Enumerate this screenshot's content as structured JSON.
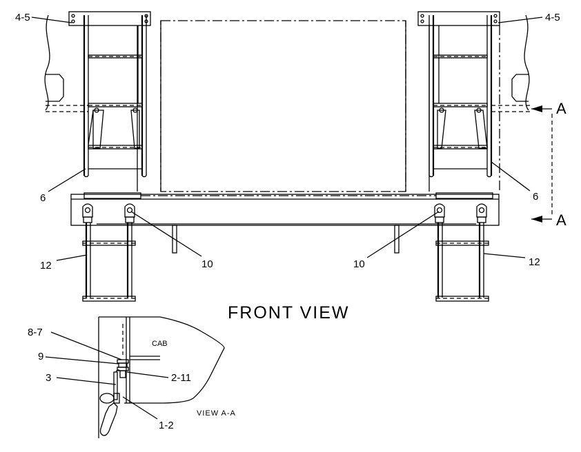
{
  "drawing": {
    "front_view_title": "FRONT VIEW",
    "section_view_title": "VIEW A-A",
    "cab_label": "CAB",
    "section_marker_top": "A",
    "section_marker_bottom": "A"
  },
  "callouts": {
    "top_left": "4-5",
    "top_right": "4-5",
    "ladder_left": "6",
    "ladder_right": "6",
    "step_left": "12",
    "step_right": "12",
    "pin_left": "10",
    "pin_right": "10",
    "section_8_7": "8-7",
    "section_9": "9",
    "section_3": "3",
    "section_2_11": "2-11",
    "section_1_2": "1-2"
  }
}
